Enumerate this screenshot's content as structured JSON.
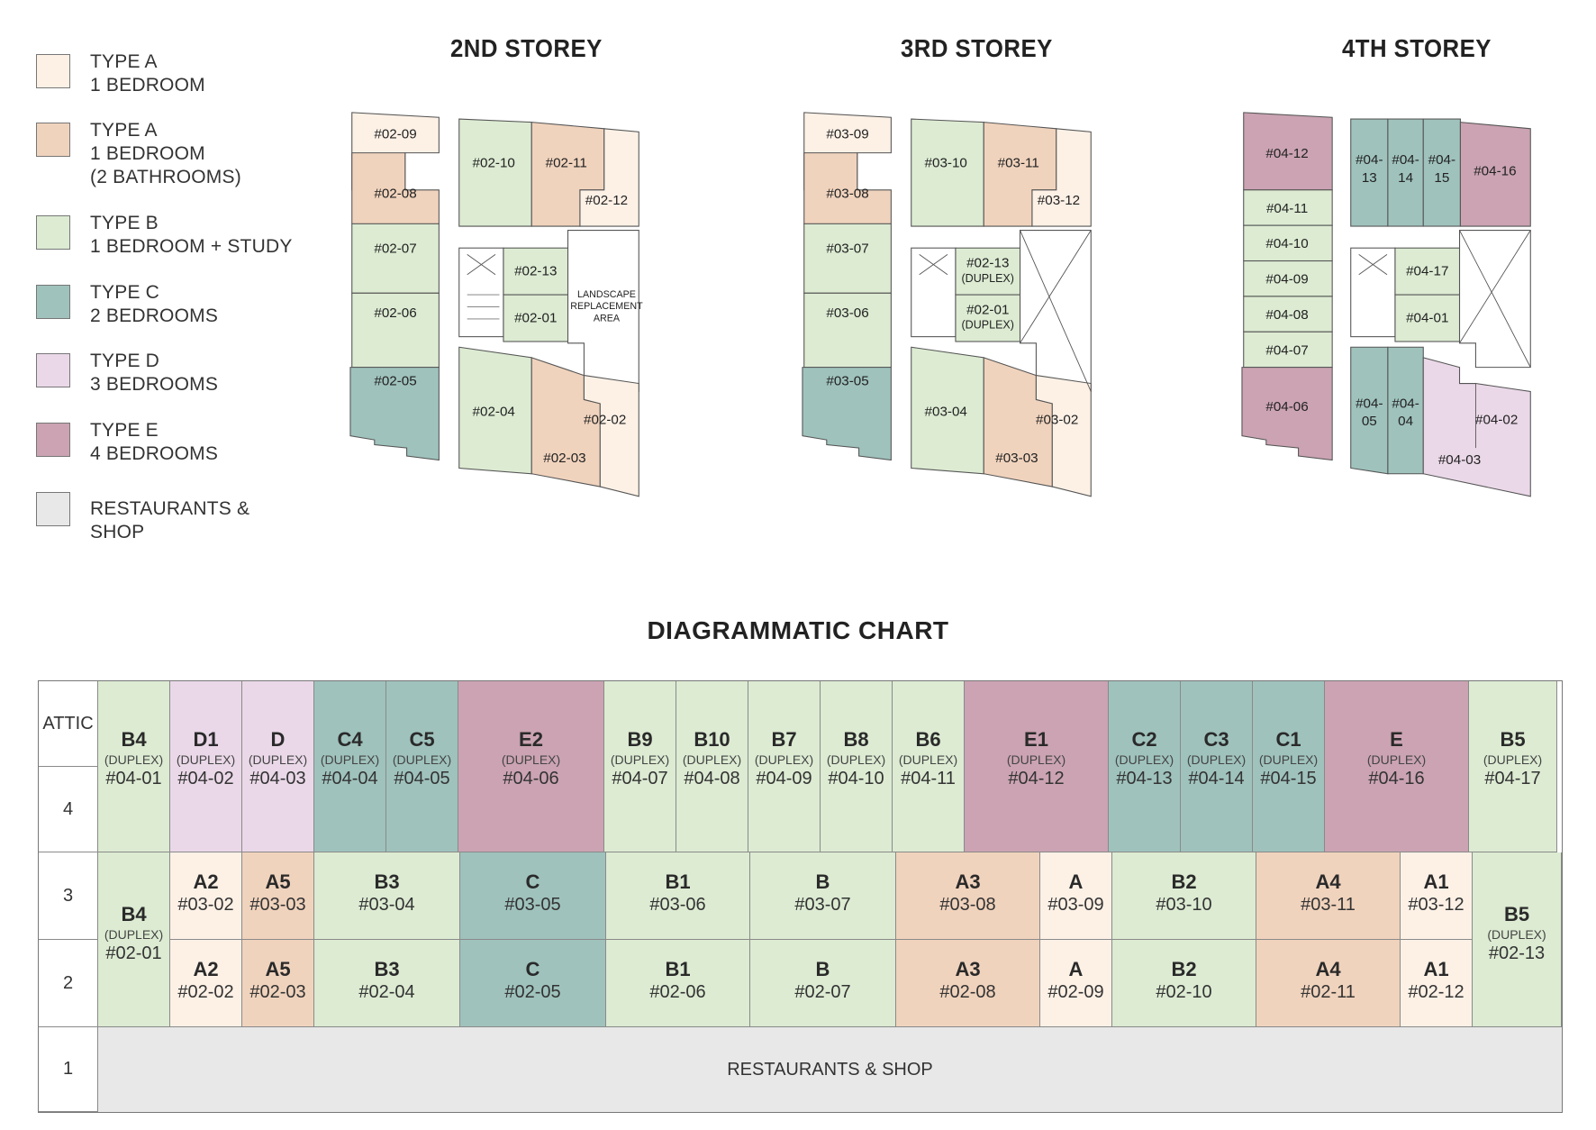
{
  "colors": {
    "type_a_1bed": "#fdf1e6",
    "type_a_1bed_2bath": "#f0d3bd",
    "type_b": "#dcebd2",
    "type_c": "#9fc2bc",
    "type_d": "#ead8e8",
    "type_e": "#cba3b2",
    "retail": "#e8e8e8",
    "line": "#555555"
  },
  "legend": [
    {
      "type": "TYPE A",
      "desc": "1 BEDROOM",
      "desc2": "",
      "color": "#fdf1e6"
    },
    {
      "type": "TYPE A",
      "desc": "1 BEDROOM",
      "desc2": "(2 BATHROOMS)",
      "color": "#f0d3bd"
    },
    {
      "type": "TYPE B",
      "desc": "1 BEDROOM + STUDY",
      "desc2": "",
      "color": "#dcebd2"
    },
    {
      "type": "TYPE C",
      "desc": "2 BEDROOMS",
      "desc2": "",
      "color": "#9fc2bc"
    },
    {
      "type": "TYPE D",
      "desc": "3 BEDROOMS",
      "desc2": "",
      "color": "#ead8e8"
    },
    {
      "type": "TYPE E",
      "desc": "4 BEDROOMS",
      "desc2": "",
      "color": "#cba3b2"
    },
    {
      "type": "RESTAURANTS & SHOP",
      "desc": "",
      "desc2": "",
      "color": "#e8e8e8"
    }
  ],
  "storeys": [
    {
      "title": "2ND STOREY",
      "units": [
        "#02-09",
        "#02-08",
        "#02-07",
        "#02-06",
        "#02-05",
        "#02-10",
        "#02-11",
        "#02-12",
        "#02-13",
        "#02-01",
        "#02-04",
        "#02-02",
        "#02-03"
      ],
      "landscape": [
        "LANDSCAPE",
        "REPLACEMENT",
        "AREA"
      ]
    },
    {
      "title": "3RD STOREY",
      "units": [
        "#03-09",
        "#03-08",
        "#03-07",
        "#03-06",
        "#03-05",
        "#03-10",
        "#03-11",
        "#03-12",
        "#02-13",
        "#02-01",
        "#03-04",
        "#03-02",
        "#03-03"
      ],
      "duplex": "(DUPLEX)"
    },
    {
      "title": "4TH STOREY",
      "units": [
        "#04-12",
        "#04-11",
        "#04-10",
        "#04-09",
        "#04-08",
        "#04-07",
        "#04-06",
        "#04-",
        "13",
        "#04-",
        "14",
        "#04-",
        "15",
        "#04-16",
        "#04-17",
        "#04-01",
        "#04-",
        "05",
        "#04-",
        "04",
        "#04-02",
        "#04-03"
      ]
    }
  ],
  "chart": {
    "title": "DIAGRAMMATIC CHART",
    "floors": [
      "ATTIC",
      "4",
      "3",
      "2",
      "1"
    ],
    "duplex_label": "(DUPLEX)",
    "ground_label": "RESTAURANTS & SHOP",
    "upper": [
      {
        "type": "B4",
        "num": "#04-01"
      },
      {
        "type": "D1",
        "num": "#04-02"
      },
      {
        "type": "D",
        "num": "#04-03"
      },
      {
        "type": "C4",
        "num": "#04-04"
      },
      {
        "type": "C5",
        "num": "#04-05"
      },
      {
        "type": "E2",
        "num": "#04-06"
      },
      {
        "type": "B9",
        "num": "#04-07"
      },
      {
        "type": "B10",
        "num": "#04-08"
      },
      {
        "type": "B7",
        "num": "#04-09"
      },
      {
        "type": "B8",
        "num": "#04-10"
      },
      {
        "type": "B6",
        "num": "#04-11"
      },
      {
        "type": "E1",
        "num": "#04-12"
      },
      {
        "type": "C2",
        "num": "#04-13"
      },
      {
        "type": "C3",
        "num": "#04-14"
      },
      {
        "type": "C1",
        "num": "#04-15"
      },
      {
        "type": "E",
        "num": "#04-16"
      },
      {
        "type": "B5",
        "num": "#04-17"
      }
    ],
    "lower_left": {
      "type": "B4",
      "num": "#02-01"
    },
    "lower_right": {
      "type": "B5",
      "num": "#02-13"
    },
    "row3": [
      {
        "type": "A2",
        "num": "#03-02"
      },
      {
        "type": "A5",
        "num": "#03-03"
      },
      {
        "type": "B3",
        "num": "#03-04"
      },
      {
        "type": "C",
        "num": "#03-05"
      },
      {
        "type": "B1",
        "num": "#03-06"
      },
      {
        "type": "B",
        "num": "#03-07"
      },
      {
        "type": "A3",
        "num": "#03-08"
      },
      {
        "type": "A",
        "num": "#03-09"
      },
      {
        "type": "B2",
        "num": "#03-10"
      },
      {
        "type": "A4",
        "num": "#03-11"
      },
      {
        "type": "A1",
        "num": "#03-12"
      }
    ],
    "row2": [
      {
        "type": "A2",
        "num": "#02-02"
      },
      {
        "type": "A5",
        "num": "#02-03"
      },
      {
        "type": "B3",
        "num": "#02-04"
      },
      {
        "type": "C",
        "num": "#02-05"
      },
      {
        "type": "B1",
        "num": "#02-06"
      },
      {
        "type": "B",
        "num": "#02-07"
      },
      {
        "type": "A3",
        "num": "#02-08"
      },
      {
        "type": "A",
        "num": "#02-09"
      },
      {
        "type": "B2",
        "num": "#02-10"
      },
      {
        "type": "A4",
        "num": "#02-11"
      },
      {
        "type": "A1",
        "num": "#02-12"
      }
    ]
  }
}
